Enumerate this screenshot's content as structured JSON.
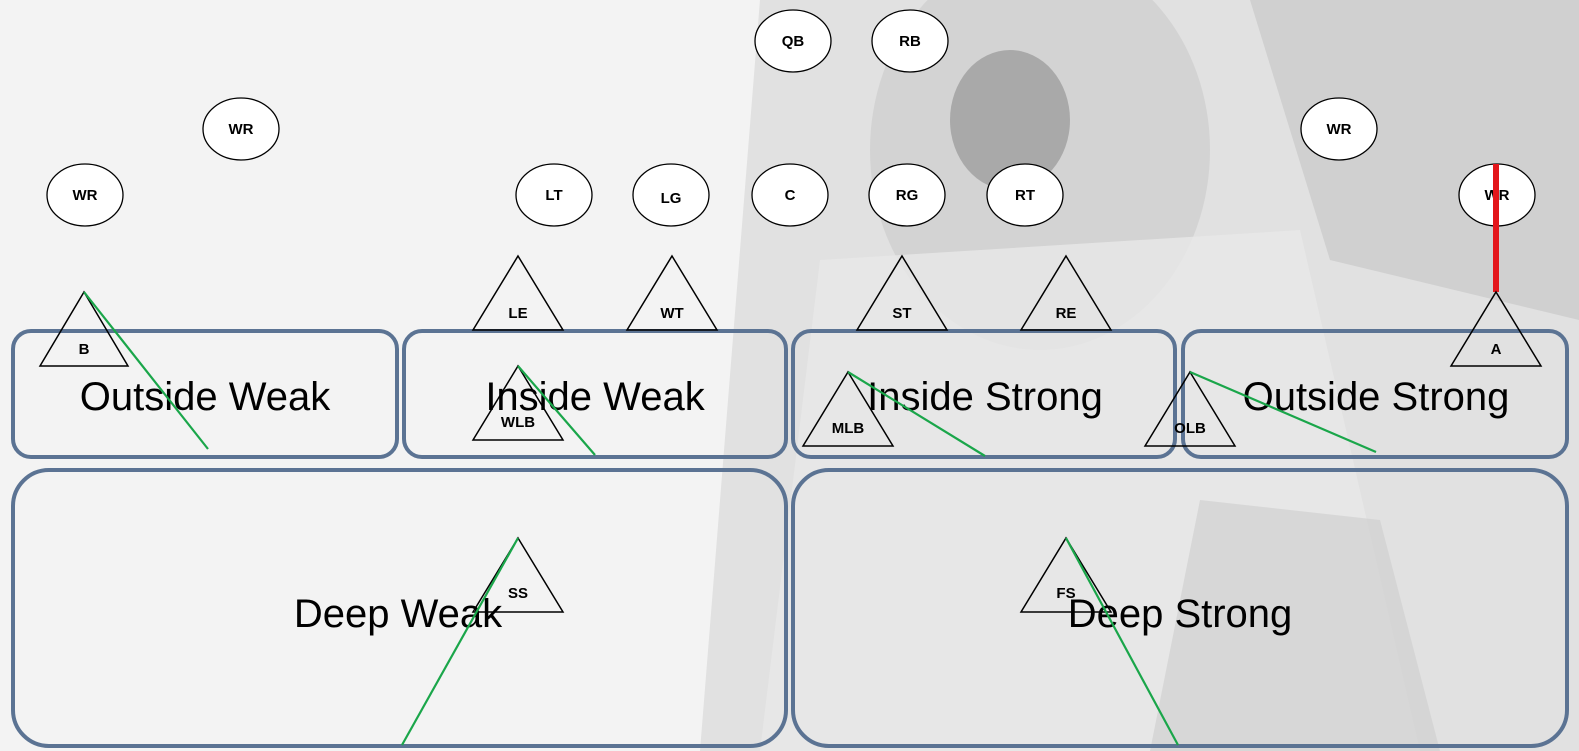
{
  "zones": [
    {
      "id": "outside-weak",
      "label": "Outside Weak"
    },
    {
      "id": "inside-weak",
      "label": "Inside Weak"
    },
    {
      "id": "inside-strong",
      "label": "Inside Strong"
    },
    {
      "id": "outside-strong",
      "label": "Outside Strong"
    },
    {
      "id": "deep-weak",
      "label": "Deep Weak"
    },
    {
      "id": "deep-strong",
      "label": "Deep Strong"
    }
  ],
  "offense": [
    {
      "id": "qb",
      "label": "QB"
    },
    {
      "id": "rb",
      "label": "RB"
    },
    {
      "id": "wr-slot-left",
      "label": "WR"
    },
    {
      "id": "wr-wide-left",
      "label": "WR"
    },
    {
      "id": "lt",
      "label": "LT"
    },
    {
      "id": "lg",
      "label": "LG"
    },
    {
      "id": "c",
      "label": "C"
    },
    {
      "id": "rg",
      "label": "RG"
    },
    {
      "id": "rt",
      "label": "RT"
    },
    {
      "id": "wr-slot-right",
      "label": "WR"
    },
    {
      "id": "wr-wide-right",
      "label": "WR"
    }
  ],
  "defense": [
    {
      "id": "b",
      "label": "B"
    },
    {
      "id": "le",
      "label": "LE"
    },
    {
      "id": "wt",
      "label": "WT"
    },
    {
      "id": "st",
      "label": "ST"
    },
    {
      "id": "re",
      "label": "RE"
    },
    {
      "id": "a",
      "label": "A"
    },
    {
      "id": "wlb",
      "label": "WLB"
    },
    {
      "id": "mlb",
      "label": "MLB"
    },
    {
      "id": "olb",
      "label": "OLB"
    },
    {
      "id": "ss",
      "label": "SS"
    },
    {
      "id": "fs",
      "label": "FS"
    }
  ],
  "colors": {
    "zone_border": "#5b7393",
    "coverage_line": "#1aa64a",
    "press_line": "#e3161b",
    "outline": "#000000",
    "player_fill": "#ffffff"
  }
}
